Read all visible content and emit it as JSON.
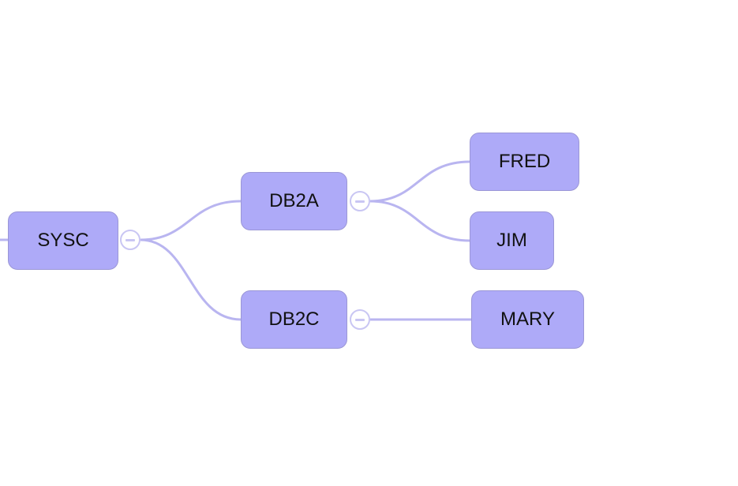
{
  "colors": {
    "node_fill": "#aeaaf8",
    "node_border": "#9b97d6",
    "edge": "#b9b5f0"
  },
  "nodes": {
    "sysc": "SYSC",
    "db2a": "DB2A",
    "db2c": "DB2C",
    "fred": "FRED",
    "jim": "JIM",
    "mary": "MARY"
  }
}
